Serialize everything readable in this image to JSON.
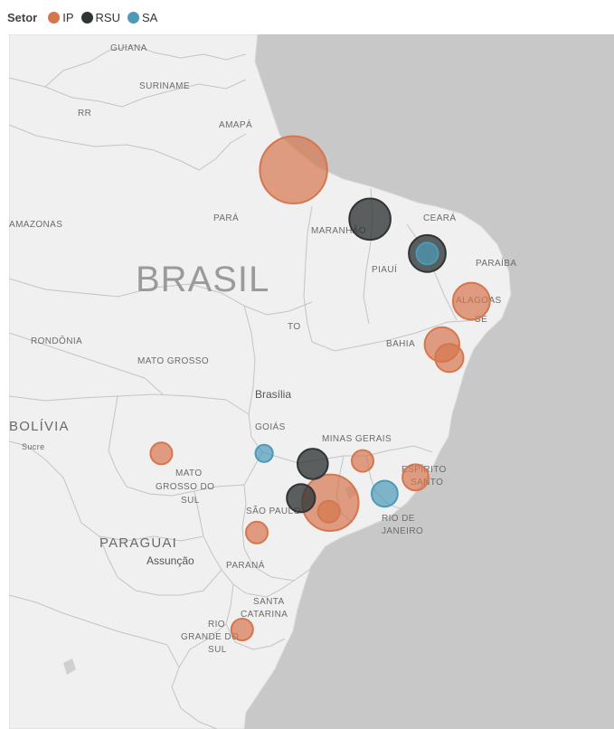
{
  "legend": {
    "title": "Setor",
    "items": [
      {
        "label": "IP",
        "color": "#d5764e"
      },
      {
        "label": "RSU",
        "color": "#2f3436"
      },
      {
        "label": "SA",
        "color": "#4b9ab8"
      }
    ]
  },
  "colors": {
    "land": "#f0f0f0",
    "ocean": "#c8c8c8",
    "border": "#c4c4c4",
    "IP": "#d5764e",
    "RSU": "#2f3436",
    "SA": "#4b9ab8"
  },
  "map": {
    "country_label": "BRASIL",
    "labels": [
      "GUIANA",
      "SURINAME",
      "RR",
      "AMAPÁ",
      "AMAZONAS",
      "PARÁ",
      "MARANHÃO",
      "CEARÁ",
      "PIAUÍ",
      "PARAÍBA",
      "ALAGOAS",
      "SE",
      "RONDÔNIA",
      "TO",
      "BAHIA",
      "MATO GROSSO",
      "Brasília",
      "BOLÍVIA",
      "Sucre",
      "GOIÁS",
      "MINAS GERAIS",
      "MATO",
      "GROSSO DO",
      "SUL",
      "ESPÍRITO",
      "SANTO",
      "SÃO PAULO",
      "RIO DE",
      "JANEIRO",
      "PARAGUAI",
      "Assunção",
      "PARANÁ",
      "SANTA",
      "CATARINA",
      "RIO",
      "GRANDE DO",
      "SUL"
    ]
  },
  "chart_data": {
    "type": "scatter",
    "legend_title": "Setor",
    "legend_placement": "top-left",
    "series": [
      {
        "name": "IP",
        "points": [
          {
            "lon": -48.7,
            "lat": -0.9,
            "size": 3.1
          },
          {
            "lon": -36.6,
            "lat": -9.7,
            "size": 1.7
          },
          {
            "lon": -38.6,
            "lat": -12.6,
            "size": 1.6
          },
          {
            "lon": -38.1,
            "lat": -13.5,
            "size": 1.3
          },
          {
            "lon": -57.7,
            "lat": -19.9,
            "size": 1.0
          },
          {
            "lon": -44.0,
            "lat": -20.4,
            "size": 1.0
          },
          {
            "lon": -40.4,
            "lat": -21.5,
            "size": 1.2
          },
          {
            "lon": -46.2,
            "lat": -23.2,
            "size": 2.6
          },
          {
            "lon": -46.3,
            "lat": -23.8,
            "size": 1.0
          },
          {
            "lon": -51.2,
            "lat": -25.2,
            "size": 1.0
          },
          {
            "lon": -52.2,
            "lat": -31.7,
            "size": 1.0
          }
        ]
      },
      {
        "name": "RSU",
        "points": [
          {
            "lon": -43.5,
            "lat": -4.2,
            "size": 1.9
          },
          {
            "lon": -39.6,
            "lat": -6.5,
            "size": 1.7
          },
          {
            "lon": -47.4,
            "lat": -20.6,
            "size": 1.4
          },
          {
            "lon": -48.2,
            "lat": -22.9,
            "size": 1.3
          }
        ]
      },
      {
        "name": "SA",
        "points": [
          {
            "lon": -39.6,
            "lat": -6.5,
            "size": 1.0
          },
          {
            "lon": -50.7,
            "lat": -19.9,
            "size": 0.8
          },
          {
            "lon": -42.5,
            "lat": -22.6,
            "size": 1.2
          }
        ]
      }
    ]
  }
}
